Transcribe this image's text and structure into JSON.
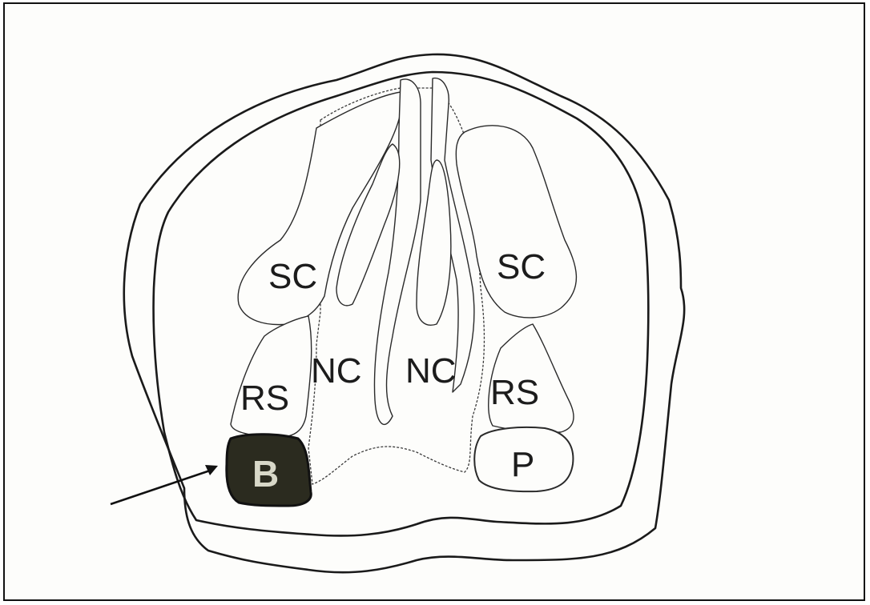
{
  "labels": {
    "sc_left": "SC",
    "sc_right": "SC",
    "nc_left": "NC",
    "nc_right": "NC",
    "rs_left": "RS",
    "rs_right": "RS",
    "b": "B",
    "p": "P"
  },
  "colors": {
    "line": "#1a1a1a",
    "mass_fill": "#2b2b1f",
    "background": "#fdfdfb"
  }
}
